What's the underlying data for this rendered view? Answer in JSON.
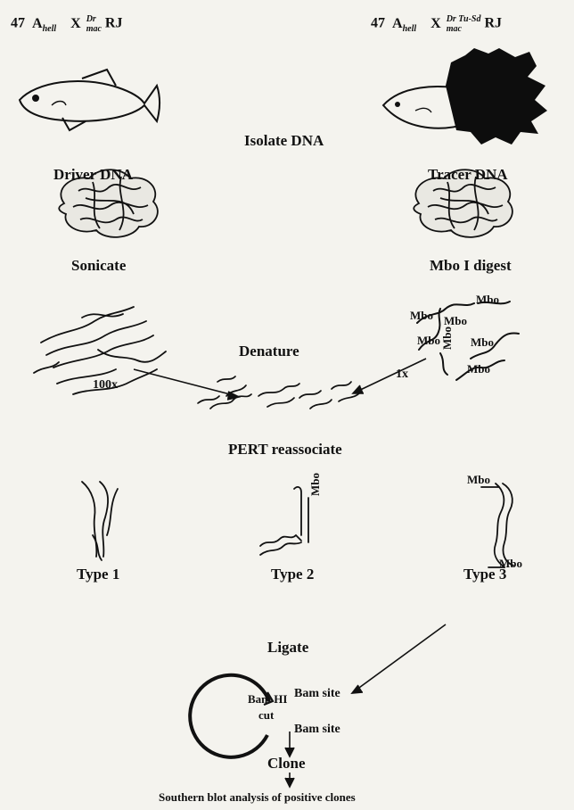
{
  "left_cross": {
    "chromosomes": "47",
    "species_a": "A",
    "species_a_sub": "hell",
    "cross_symbol": "X",
    "species_b_sup": "Dr",
    "species_b_sub": "mac",
    "strain": "RJ"
  },
  "right_cross": {
    "chromosomes": "47",
    "species_a": "A",
    "species_a_sub": "hell",
    "cross_symbol": "X",
    "species_b_sup": "Dr Tu-Sd",
    "species_b_sub": "mac",
    "strain": "RJ"
  },
  "steps": {
    "isolate": "Isolate DNA",
    "driver": "Driver DNA",
    "tracer": "Tracer DNA",
    "sonicate": "Sonicate",
    "mbo_digest": "Mbo I digest",
    "denature": "Denature",
    "ratio_driver": "100x",
    "ratio_tracer": "1x",
    "pert": "PERT reassociate",
    "type1": "Type 1",
    "type2": "Type 2",
    "type3": "Type 3",
    "ligate": "Ligate",
    "bam_cut": "Bam HI",
    "bam_cut2": "cut",
    "bam_site_top": "Bam site",
    "bam_site_bottom": "Bam site",
    "clone": "Clone",
    "southern": "Southern blot analysis of positive clones"
  },
  "mbo_labels": [
    "Mbo",
    "Mbo",
    "Mbo",
    "Mbo",
    "Mbo",
    "Mbo",
    "Mbo",
    "Mbo"
  ]
}
